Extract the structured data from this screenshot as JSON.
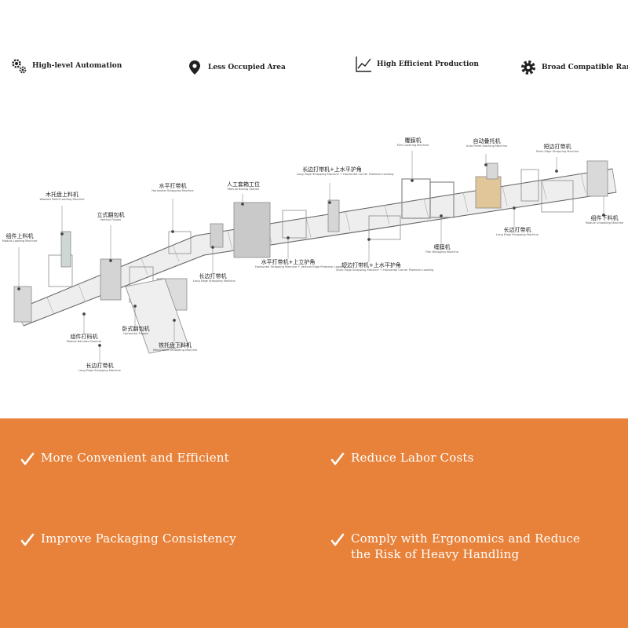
{
  "features": [
    {
      "label": "High-level Automation",
      "icon": "gears-icon"
    },
    {
      "label": "Less Occupied Area",
      "icon": "location-pin-icon"
    },
    {
      "label": "High Efficient Production",
      "icon": "line-chart-icon"
    },
    {
      "label": "Broad Compatible Range",
      "icon": "gear-icon"
    }
  ],
  "diagram": {
    "callouts": [
      {
        "zh": "组件上料机",
        "en": "Module Loading Machine"
      },
      {
        "zh": "木托盘上料机",
        "en": "Wooden Pallet Loading Machine"
      },
      {
        "zh": "立式翻包机",
        "en": "Vertical Flipper"
      },
      {
        "zh": "水平打带机",
        "en": "Horizontal Strapping Machine"
      },
      {
        "zh": "人工套箱工位",
        "en": "Manual Boxing Station"
      },
      {
        "zh": "长边打带机+上水平护角",
        "en": "Long Edge Strapping Machine + Horizontal Corner Protector Loading"
      },
      {
        "zh": "覆膜机",
        "en": "Film Covering Machine"
      },
      {
        "zh": "自动叠托机",
        "en": "Auto Pallet Stacking Machine"
      },
      {
        "zh": "短边打带机",
        "en": "Short Edge Strapping Machine"
      },
      {
        "zh": "组件下料机",
        "en": "Module Unloading Machine"
      },
      {
        "zh": "长边打带机",
        "en": "Long Edge Strapping Machine"
      },
      {
        "zh": "缠膜机",
        "en": "Film Wrapping Machine"
      },
      {
        "zh": "短边打带机+上水平护角",
        "en": "Short Edge Strapping Machine + Horizontal Corner Protector Loading"
      },
      {
        "zh": "水平打带机+上立护角",
        "en": "Horizontal Strapping Machine + Vertical Edge Protector Loading"
      },
      {
        "zh": "长边打带机",
        "en": "Long Edge Strapping Machine"
      },
      {
        "zh": "卧式翻包机",
        "en": "Horizontal Flipper"
      },
      {
        "zh": "铁托盘下料机",
        "en": "Metal Pallet Unloading Machine"
      },
      {
        "zh": "组件打码机",
        "en": "Module Barcode Scanner"
      },
      {
        "zh": "长边打带机",
        "en": "Long Edge Strapping Machine"
      }
    ]
  },
  "benefits": [
    {
      "label": "More Convenient and Efficient"
    },
    {
      "label": "Reduce Labor Costs"
    },
    {
      "label": "Improve Packaging Consistency"
    },
    {
      "label": "Comply with Ergonomics and Reduce the Risk of Heavy Handling"
    }
  ],
  "colors": {
    "accent": "#e8823a",
    "text": "#222222",
    "benefit_text": "#ffffff"
  }
}
